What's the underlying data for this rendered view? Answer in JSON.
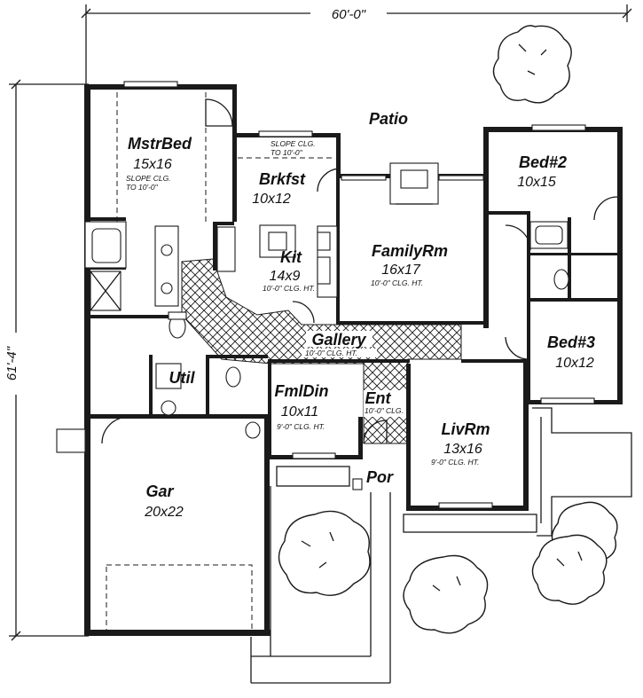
{
  "plan": {
    "dimensions": {
      "width": "60'-0\"",
      "depth": "61'-4\""
    },
    "rooms": {
      "patio": {
        "name": "Patio"
      },
      "mstrbed": {
        "name": "MstrBed",
        "size": "15x16",
        "note1": "SLOPE CLG.",
        "note2": "TO 10'-0\""
      },
      "brkfst": {
        "name": "Brkfst",
        "size": "10x12",
        "note1": "SLOPE CLG.",
        "note2": "TO 10'-0\""
      },
      "kit": {
        "name": "Kit",
        "size": "14x9",
        "note": "10'-0\" CLG. HT."
      },
      "familyrm": {
        "name": "FamilyRm",
        "size": "16x17",
        "note": "10'-0\" CLG. HT."
      },
      "bed2": {
        "name": "Bed#2",
        "size": "10x15"
      },
      "bed3": {
        "name": "Bed#3",
        "size": "10x12"
      },
      "gallery": {
        "name": "Gallery",
        "note": "10'-0\" CLG. HT."
      },
      "util": {
        "name": "Util"
      },
      "fmldin": {
        "name": "FmlDin",
        "size": "10x11",
        "note": "9'-0\" CLG. HT."
      },
      "ent": {
        "name": "Ent",
        "note": "10'-0\" CLG."
      },
      "livrm": {
        "name": "LivRm",
        "size": "13x16",
        "note": "9'-0\" CLG. HT."
      },
      "gar": {
        "name": "Gar",
        "size": "20x22"
      },
      "por": {
        "name": "Por"
      }
    }
  }
}
